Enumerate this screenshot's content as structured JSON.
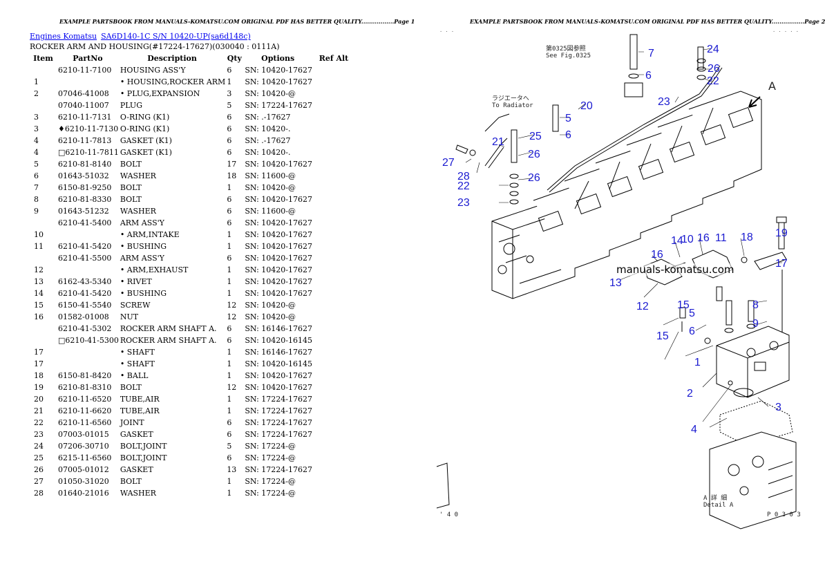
{
  "header": {
    "page1": "EXAMPLE PARTSBOOK FROM MANUALS-KOMATSU.COM ORIGINAL PDF HAS BETTER QUALITY.................Page 1",
    "page2": "EXAMPLE PARTSBOOK FROM MANUALS-KOMATSU.COM ORIGINAL PDF HAS BETTER QUALITY.................Page 2"
  },
  "breadcrumb": {
    "link1": "Engines Komatsu",
    "link2": "SA6D140-1C S/N 10420-UP(sa6d148c)"
  },
  "subtitle": "ROCKER ARM AND HOUSING(#17224-17627)(030040 : 0111A)",
  "columns": [
    "Item",
    "PartNo",
    "Description",
    "Qty",
    "Options",
    "Ref Alt"
  ],
  "rows": [
    {
      "item": "",
      "part": "6210-11-7100",
      "desc": "HOUSING ASS'Y",
      "qty": "6",
      "opt": "SN: 10420-17627"
    },
    {
      "item": "1",
      "part": "",
      "desc": "• HOUSING,ROCKER ARM",
      "qty": "1",
      "opt": "SN: 10420-17627"
    },
    {
      "item": "2",
      "part": "07046-41008",
      "desc": "• PLUG,EXPANSION",
      "qty": "3",
      "opt": "SN: 10420-@"
    },
    {
      "item": "",
      "part": "07040-11007",
      "desc": "PLUG",
      "qty": "5",
      "opt": "SN: 17224-17627"
    },
    {
      "item": "3",
      "part": "6210-11-7131",
      "desc": "O-RING (K1)",
      "qty": "6",
      "opt": "SN: .-17627"
    },
    {
      "item": "3",
      "part": "♦6210-11-7130",
      "desc": "O-RING (K1)",
      "qty": "6",
      "opt": "SN: 10420-."
    },
    {
      "item": "4",
      "part": "6210-11-7813",
      "desc": "GASKET (K1)",
      "qty": "6",
      "opt": "SN: .-17627"
    },
    {
      "item": "4",
      "part": "□6210-11-7811",
      "desc": "GASKET (K1)",
      "qty": "6",
      "opt": "SN: 10420-."
    },
    {
      "item": "5",
      "part": "6210-81-8140",
      "desc": "BOLT",
      "qty": "17",
      "opt": "SN: 10420-17627"
    },
    {
      "item": "6",
      "part": "01643-51032",
      "desc": "WASHER",
      "qty": "18",
      "opt": "SN: 11600-@"
    },
    {
      "item": "7",
      "part": "6150-81-9250",
      "desc": "BOLT",
      "qty": "1",
      "opt": "SN: 10420-@"
    },
    {
      "item": "8",
      "part": "6210-81-8330",
      "desc": "BOLT",
      "qty": "6",
      "opt": "SN: 10420-17627"
    },
    {
      "item": "9",
      "part": "01643-51232",
      "desc": "WASHER",
      "qty": "6",
      "opt": "SN: 11600-@"
    },
    {
      "item": "",
      "part": "6210-41-5400",
      "desc": "ARM ASS'Y",
      "qty": "6",
      "opt": "SN: 10420-17627"
    },
    {
      "item": "10",
      "part": "",
      "desc": "• ARM,INTAKE",
      "qty": "1",
      "opt": "SN: 10420-17627"
    },
    {
      "item": "11",
      "part": "6210-41-5420",
      "desc": "• BUSHING",
      "qty": "1",
      "opt": "SN: 10420-17627"
    },
    {
      "item": "",
      "part": "6210-41-5500",
      "desc": "ARM ASS'Y",
      "qty": "6",
      "opt": "SN: 10420-17627"
    },
    {
      "item": "12",
      "part": "",
      "desc": "• ARM,EXHAUST",
      "qty": "1",
      "opt": "SN: 10420-17627"
    },
    {
      "item": "13",
      "part": "6162-43-5340",
      "desc": "• RIVET",
      "qty": "1",
      "opt": "SN: 10420-17627"
    },
    {
      "item": "14",
      "part": "6210-41-5420",
      "desc": "• BUSHING",
      "qty": "1",
      "opt": "SN: 10420-17627"
    },
    {
      "item": "15",
      "part": "6150-41-5540",
      "desc": "SCREW",
      "qty": "12",
      "opt": "SN: 10420-@"
    },
    {
      "item": "16",
      "part": "01582-01008",
      "desc": "NUT",
      "qty": "12",
      "opt": "SN: 10420-@"
    },
    {
      "item": "",
      "part": "6210-41-5302",
      "desc": "ROCKER ARM SHAFT A.",
      "qty": "6",
      "opt": "SN: 16146-17627"
    },
    {
      "item": "",
      "part": "□6210-41-5300",
      "desc": "ROCKER ARM SHAFT A.",
      "qty": "6",
      "opt": "SN: 10420-16145"
    },
    {
      "item": "17",
      "part": "",
      "desc": "• SHAFT",
      "qty": "1",
      "opt": "SN: 16146-17627"
    },
    {
      "item": "17",
      "part": "",
      "desc": "• SHAFT",
      "qty": "1",
      "opt": "SN: 10420-16145"
    },
    {
      "item": "18",
      "part": "6150-81-8420",
      "desc": "• BALL",
      "qty": "1",
      "opt": "SN: 10420-17627"
    },
    {
      "item": "19",
      "part": "6210-81-8310",
      "desc": "BOLT",
      "qty": "12",
      "opt": "SN: 10420-17627"
    },
    {
      "item": "20",
      "part": "6210-11-6520",
      "desc": "TUBE,AIR",
      "qty": "1",
      "opt": "SN: 17224-17627"
    },
    {
      "item": "21",
      "part": "6210-11-6620",
      "desc": "TUBE,AIR",
      "qty": "1",
      "opt": "SN: 17224-17627"
    },
    {
      "item": "22",
      "part": "6210-11-6560",
      "desc": "JOINT",
      "qty": "6",
      "opt": "SN: 17224-17627"
    },
    {
      "item": "23",
      "part": "07003-01015",
      "desc": "GASKET",
      "qty": "6",
      "opt": "SN: 17224-17627"
    },
    {
      "item": "24",
      "part": "07206-30710",
      "desc": "BOLT,JOINT",
      "qty": "5",
      "opt": "SN: 17224-@"
    },
    {
      "item": "25",
      "part": "6215-11-6560",
      "desc": "BOLT,JOINT",
      "qty": "6",
      "opt": "SN: 17224-@"
    },
    {
      "item": "26",
      "part": "07005-01012",
      "desc": "GASKET",
      "qty": "13",
      "opt": "SN: 17224-17627"
    },
    {
      "item": "27",
      "part": "01050-31020",
      "desc": "BOLT",
      "qty": "1",
      "opt": "SN: 17224-@"
    },
    {
      "item": "28",
      "part": "01640-21016",
      "desc": "WASHER",
      "qty": "1",
      "opt": "SN: 17224-@"
    }
  ],
  "diagram": {
    "watermark": "manuals-komatsu.com",
    "note_ref_jp": "第0325図参照",
    "note_ref_en": "See Fig.0325",
    "note_rad_jp": "ラジエータへ",
    "note_rad_en": "To Radiator",
    "view_arrow": "A",
    "detail_jp": "A 詳 細",
    "detail_en": "Detail A",
    "corner_left": "' 4 0",
    "corner_right": "P 0 3 0 3",
    "top_left_marks": ". . .",
    "top_right_marks": ". . . . .",
    "labels": [
      "7",
      "6",
      "24",
      "26",
      "22",
      "23",
      "20",
      "5",
      "6",
      "25",
      "26",
      "21",
      "27",
      "28",
      "26",
      "22",
      "23",
      "19",
      "17",
      "18",
      "11",
      "16",
      "10",
      "14",
      "16",
      "13",
      "12",
      "15",
      "5",
      "15",
      "6",
      "8",
      "9",
      "1",
      "2",
      "3",
      "4"
    ]
  }
}
